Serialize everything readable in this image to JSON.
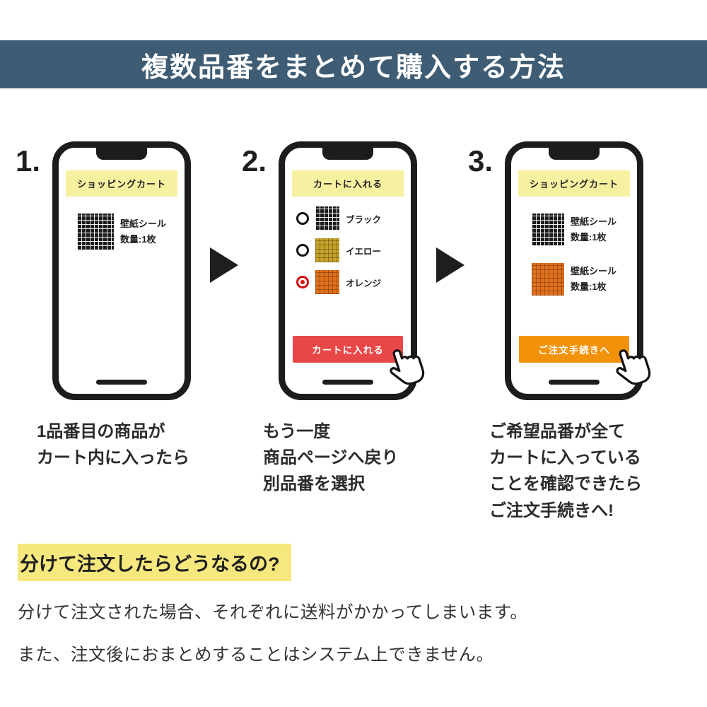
{
  "header": {
    "title": "複数品番をまとめて購入する方法"
  },
  "colors": {
    "header_blue": "#3e5c74",
    "banner_yellow": "#f6f0a1",
    "swatch_black": "#1b1b1b",
    "swatch_yellow": "#c2a32b",
    "swatch_orange": "#e0701c",
    "button_red": "#e84747",
    "button_orange": "#f2920a",
    "highlight_yellow": "#f7e87e"
  },
  "icons": {
    "arrow_right": "arrow-right-icon",
    "hand_cursor": "hand-cursor-icon"
  },
  "steps": [
    {
      "number": "1.",
      "banner": "ショッピングカート",
      "items": [
        {
          "swatch": "black",
          "name": "壁紙シール",
          "qty": "数量:1枚"
        }
      ],
      "caption_lines": [
        "1品番目の商品が",
        "カート内に入ったら"
      ]
    },
    {
      "number": "2.",
      "banner": "カートに入れる",
      "options": [
        {
          "label": "ブラック",
          "swatch": "black",
          "selected": false
        },
        {
          "label": "イエロー",
          "swatch": "yellow",
          "selected": false
        },
        {
          "label": "オレンジ",
          "swatch": "orange",
          "selected": true
        }
      ],
      "button_label": "カートに入れる",
      "caption_lines": [
        "もう一度",
        "商品ページへ戻り",
        "別品番を選択"
      ]
    },
    {
      "number": "3.",
      "banner": "ショッピングカート",
      "items": [
        {
          "swatch": "black",
          "name": "壁紙シール",
          "qty": "数量:1枚"
        },
        {
          "swatch": "orange",
          "name": "壁紙シール",
          "qty": "数量:1枚"
        }
      ],
      "button_label": "ご注文手続きへ",
      "caption_lines": [
        "ご希望品番が全て",
        "カートに入っている",
        "ことを確認できたら",
        "ご注文手続きへ!"
      ]
    }
  ],
  "faq": {
    "question": "分けて注文したらどうなるの?",
    "answers": [
      "分けて注文された場合、それぞれに送料がかかってしまいます。",
      "また、注文後におまとめすることはシステム上できません。"
    ]
  }
}
